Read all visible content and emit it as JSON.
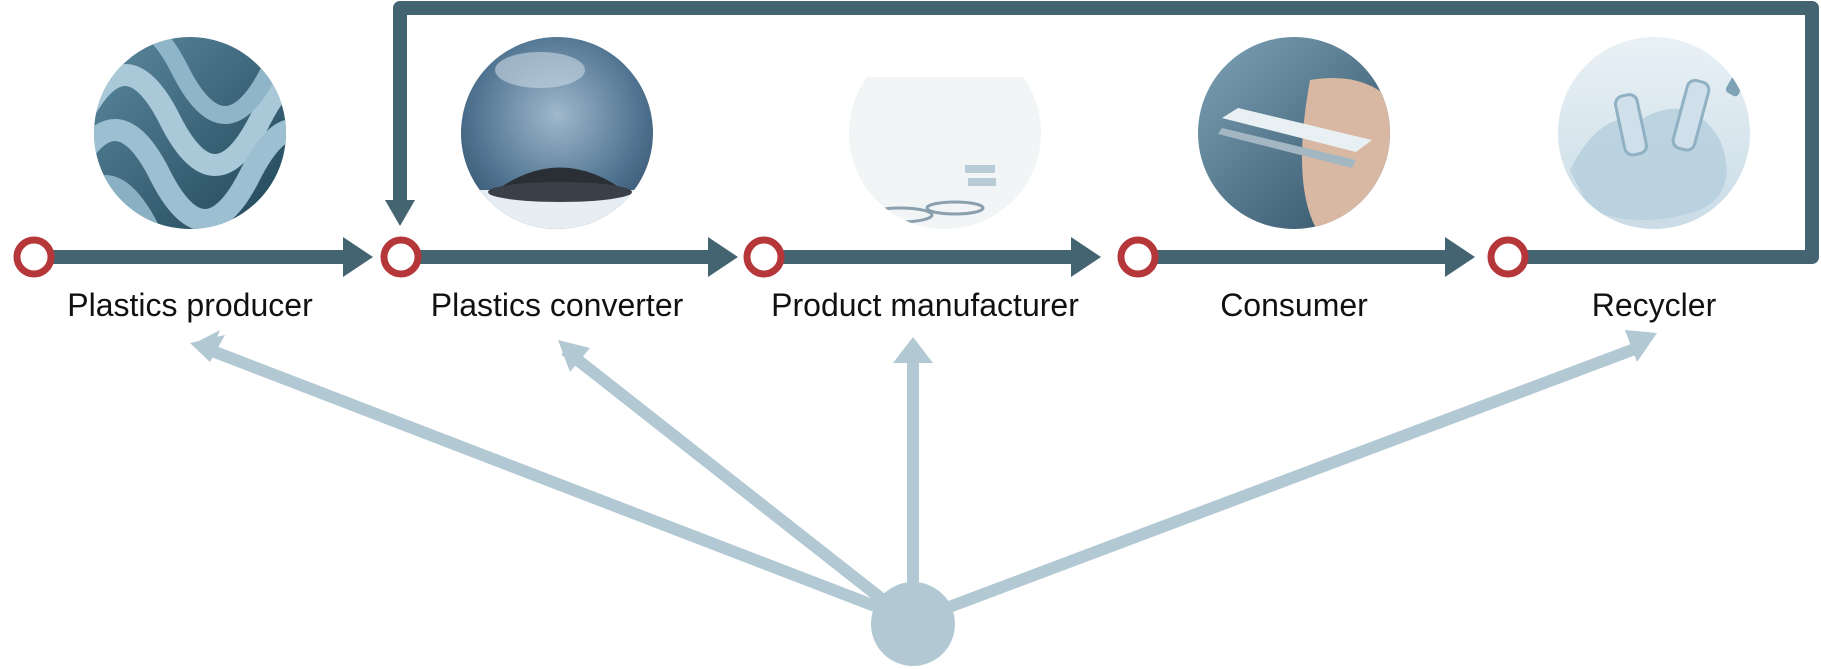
{
  "diagram": {
    "stages": [
      {
        "label": "Plastics producer",
        "image": "corrugated-polymer-surface-photo"
      },
      {
        "label": "Plastics converter",
        "image": "plastic-granules-photo"
      },
      {
        "label": "Product manufacturer",
        "image": "glass-dishes-photo"
      },
      {
        "label": "Consumer",
        "image": "smartphone-hand-photo"
      },
      {
        "label": "Recycler",
        "image": "plastic-bottles-photo"
      }
    ],
    "colors": {
      "flow": "#456472",
      "node_ring": "#b5373a",
      "radial": "#b2c8d3",
      "hub": "#b2c8d3"
    }
  }
}
